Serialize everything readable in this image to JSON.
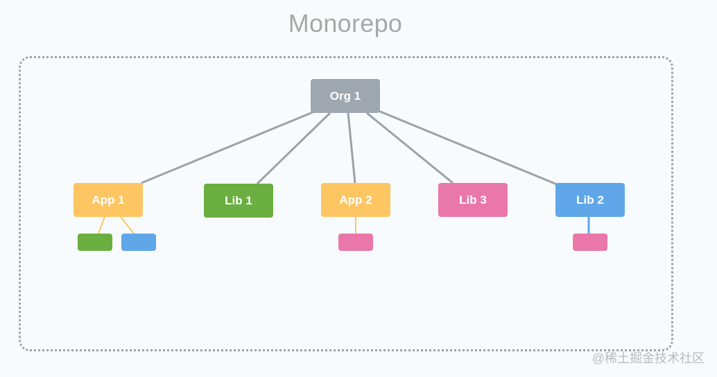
{
  "diagram": {
    "title": "Monorepo",
    "nodes": [
      {
        "id": "org1",
        "label": "Org 1",
        "color": "#9ea6b0"
      },
      {
        "id": "app1",
        "label": "App 1",
        "color": "#fdc663"
      },
      {
        "id": "lib1",
        "label": "Lib 1",
        "color": "#6aaf3f"
      },
      {
        "id": "app2",
        "label": "App 2",
        "color": "#fdc663"
      },
      {
        "id": "lib3",
        "label": "Lib 3",
        "color": "#ea77aa"
      },
      {
        "id": "lib2",
        "label": "Lib 2",
        "color": "#5fa7e8"
      }
    ],
    "subnodes": [
      {
        "parent": "app1",
        "color": "#6aaf3f"
      },
      {
        "parent": "app1",
        "color": "#5fa7e8"
      },
      {
        "parent": "app2",
        "color": "#ea77aa"
      },
      {
        "parent": "lib2",
        "color": "#ea77aa"
      }
    ],
    "edge_color": "#9aa2a8"
  },
  "watermark": "@稀土掘金技术社区"
}
